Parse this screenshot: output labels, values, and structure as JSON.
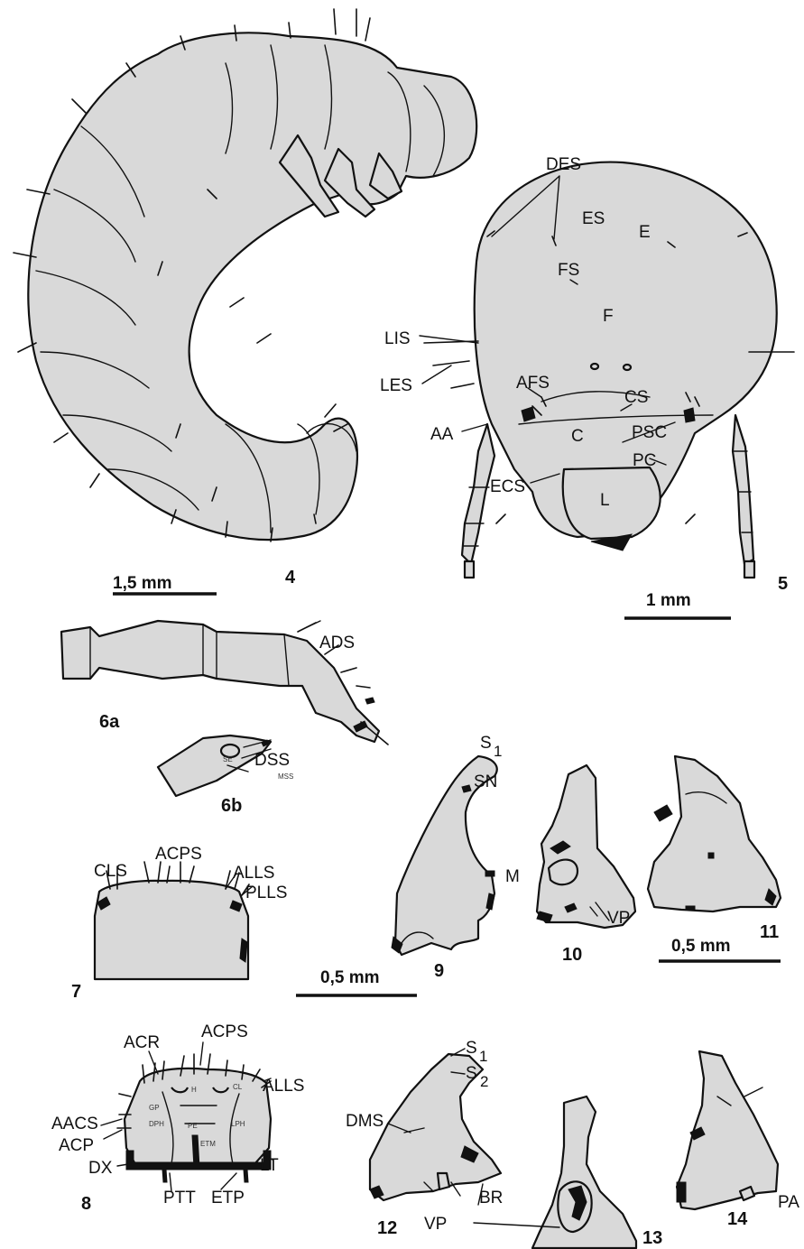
{
  "figures": {
    "fig4": {
      "number": "4"
    },
    "fig5": {
      "number": "5",
      "labels": [
        "DES",
        "ES",
        "E",
        "FS",
        "F",
        "LIS",
        "LES",
        "AFS",
        "CS",
        "AA",
        "PSC",
        "C",
        "PC",
        "ECS",
        "L"
      ]
    },
    "fig6a": {
      "number": "6a",
      "labels": [
        "ADS"
      ]
    },
    "fig6b": {
      "number": "6b",
      "labels": [
        "DSS",
        "SE",
        "MSS"
      ]
    },
    "fig7": {
      "number": "7",
      "labels": [
        "CLS",
        "ACPS",
        "ALLS",
        "PLLS"
      ]
    },
    "fig8": {
      "number": "8",
      "labels": [
        "ACR",
        "ACPS",
        "ALLS",
        "AACS",
        "ACP",
        "DX",
        "LT",
        "PTT",
        "ETP"
      ],
      "small_labels": [
        "H",
        "CL",
        "GP",
        "DPH",
        "PE",
        "LPH",
        "ETM"
      ]
    },
    "fig9": {
      "number": "9",
      "labels": [
        "S",
        "1",
        "SN",
        "M"
      ]
    },
    "fig10": {
      "number": "10",
      "labels": [
        "VP"
      ]
    },
    "fig11": {
      "number": "11"
    },
    "fig12": {
      "number": "12",
      "labels": [
        "S",
        "1",
        "S",
        "2",
        "DMS",
        "BR",
        "VP"
      ]
    },
    "fig13": {
      "number": "13"
    },
    "fig14": {
      "number": "14",
      "labels": [
        "PA"
      ]
    }
  },
  "scale_bars": {
    "s1": {
      "label": "1,5 mm"
    },
    "s2": {
      "label": "1 mm"
    },
    "s3": {
      "label": "0,5 mm"
    },
    "s4": {
      "label": "0,5 mm"
    }
  }
}
